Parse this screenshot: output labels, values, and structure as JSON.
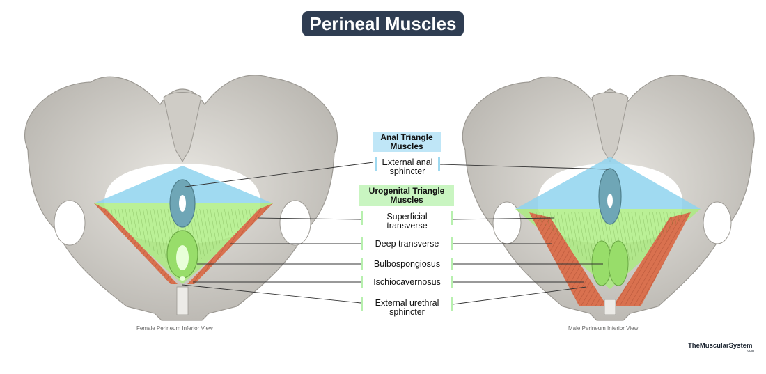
{
  "title": "Perineal Muscles",
  "groups": {
    "anal": {
      "heading_line1": "Anal Triangle",
      "heading_line2": "Muscles",
      "color": "#bfe6f7"
    },
    "urogenital": {
      "heading_line1": "Urogenital Triangle",
      "heading_line2": "Muscles",
      "color": "#c9f5c1"
    }
  },
  "labels": {
    "external_anal": {
      "line1": "External anal",
      "line2": "sphincter"
    },
    "superficial_transverse": {
      "line1": "Superficial",
      "line2": "transverse"
    },
    "deep_transverse": {
      "line1": "Deep transverse"
    },
    "bulbospongiosus": {
      "line1": "Bulbospongiosus"
    },
    "ischiocavernosus": {
      "line1": "Ischiocavernosus"
    },
    "external_urethral": {
      "line1": "External urethral",
      "line2": "sphincter"
    }
  },
  "captions": {
    "female": "Female Perineum Inferior View",
    "male": "Male Perineum Inferior View"
  },
  "brand": {
    "name": "TheMuscularSystem",
    "suffix": ".com"
  },
  "colors": {
    "title_bg": "#2f3d52",
    "bone": "#d8d6d1",
    "anal_triangle": "#8fd3ee",
    "urogenital_triangle": "#a9ec7c",
    "muscle_red": "#d9714f"
  }
}
